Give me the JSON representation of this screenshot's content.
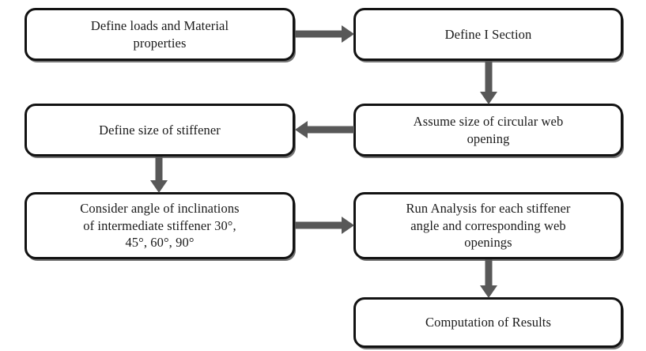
{
  "diagram": {
    "type": "flowchart",
    "title": "",
    "colors": {
      "box_border": "#121212",
      "box_fill": "#ffffff",
      "arrow": "#585858",
      "text": "#1a1a1a",
      "background": "#ffffff"
    },
    "nodes": [
      {
        "id": "define-loads-material",
        "label": "Define loads and Material\nproperties",
        "column": "left",
        "row": 1
      },
      {
        "id": "define-i-section",
        "label": "Define I Section",
        "column": "right",
        "row": 1
      },
      {
        "id": "define-size-of-stiffener",
        "label": "Define size of stiffener",
        "column": "left",
        "row": 2
      },
      {
        "id": "assume-size-circular-web-opening",
        "label": "Assume size of circular web\nopening",
        "column": "right",
        "row": 2
      },
      {
        "id": "consider-angle-of-inclinations",
        "label": "Consider angle of inclinations\nof intermediate stiffener 30°,\n45°, 60°, 90°",
        "column": "left",
        "row": 3
      },
      {
        "id": "run-analysis",
        "label": "Run Analysis for each stiffener\nangle and corresponding web\nopenings",
        "column": "right",
        "row": 3
      },
      {
        "id": "computation-of-results",
        "label": "Computation of Results",
        "column": "right",
        "row": 4
      }
    ],
    "edges": [
      {
        "id": "load-to-isection",
        "from": "define-loads-material",
        "to": "define-i-section",
        "direction": "right"
      },
      {
        "id": "isection-to-web",
        "from": "define-i-section",
        "to": "assume-size-circular-web-opening",
        "direction": "down"
      },
      {
        "id": "web-to-stiffener",
        "from": "assume-size-circular-web-opening",
        "to": "define-size-of-stiffener",
        "direction": "left"
      },
      {
        "id": "stiffener-to-angle",
        "from": "define-size-of-stiffener",
        "to": "consider-angle-of-inclinations",
        "direction": "down"
      },
      {
        "id": "angle-to-run",
        "from": "consider-angle-of-inclinations",
        "to": "run-analysis",
        "direction": "right"
      },
      {
        "id": "run-to-computation",
        "from": "run-analysis",
        "to": "computation-of-results",
        "direction": "down"
      }
    ]
  }
}
